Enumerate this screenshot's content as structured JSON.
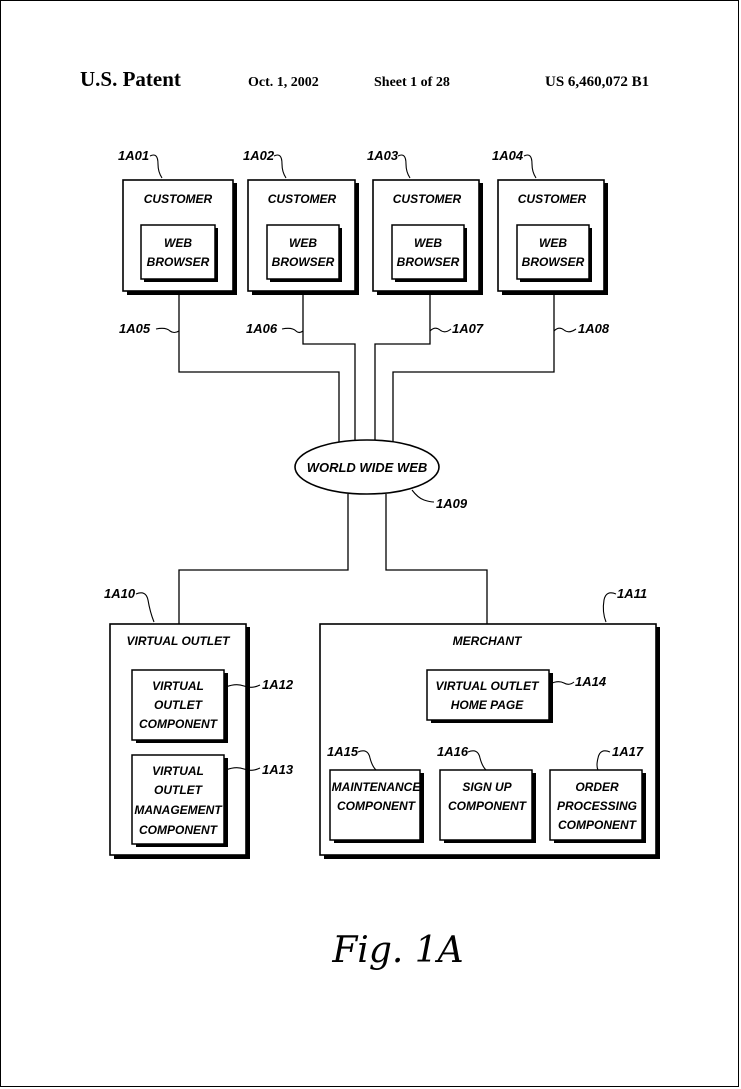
{
  "header": {
    "title": "U.S. Patent",
    "date": "Oct. 1, 2002",
    "sheet": "Sheet 1 of 28",
    "patent_number": "US 6,460,072 B1"
  },
  "diagram": {
    "customers": [
      {
        "ref": "1A01",
        "title": "CUSTOMER",
        "inner_line1": "WEB",
        "inner_line2": "BROWSER"
      },
      {
        "ref": "1A02",
        "title": "CUSTOMER",
        "inner_line1": "WEB",
        "inner_line2": "BROWSER"
      },
      {
        "ref": "1A03",
        "title": "CUSTOMER",
        "inner_line1": "WEB",
        "inner_line2": "BROWSER"
      },
      {
        "ref": "1A04",
        "title": "CUSTOMER",
        "inner_line1": "WEB",
        "inner_line2": "BROWSER"
      }
    ],
    "connections": [
      "1A05",
      "1A06",
      "1A07",
      "1A08"
    ],
    "www": {
      "label": "WORLD WIDE WEB",
      "ref": "1A09"
    },
    "virtual_outlet": {
      "ref": "1A10",
      "title": "VIRTUAL OUTLET",
      "component": {
        "ref": "1A12",
        "lines": [
          "VIRTUAL",
          "OUTLET",
          "COMPONENT"
        ]
      },
      "management": {
        "ref": "1A13",
        "lines": [
          "VIRTUAL",
          "OUTLET",
          "MANAGEMENT",
          "COMPONENT"
        ]
      }
    },
    "merchant": {
      "ref": "1A11",
      "title": "MERCHANT",
      "home_page": {
        "ref": "1A14",
        "lines": [
          "VIRTUAL OUTLET",
          "HOME PAGE"
        ]
      },
      "maintenance": {
        "ref": "1A15",
        "lines": [
          "MAINTENANCE",
          "COMPONENT"
        ]
      },
      "signup": {
        "ref": "1A16",
        "lines": [
          "SIGN UP",
          "COMPONENT"
        ]
      },
      "order": {
        "ref": "1A17",
        "lines": [
          "ORDER",
          "PROCESSING",
          "COMPONENT"
        ]
      }
    },
    "figure_label": "Fig. 1A"
  }
}
